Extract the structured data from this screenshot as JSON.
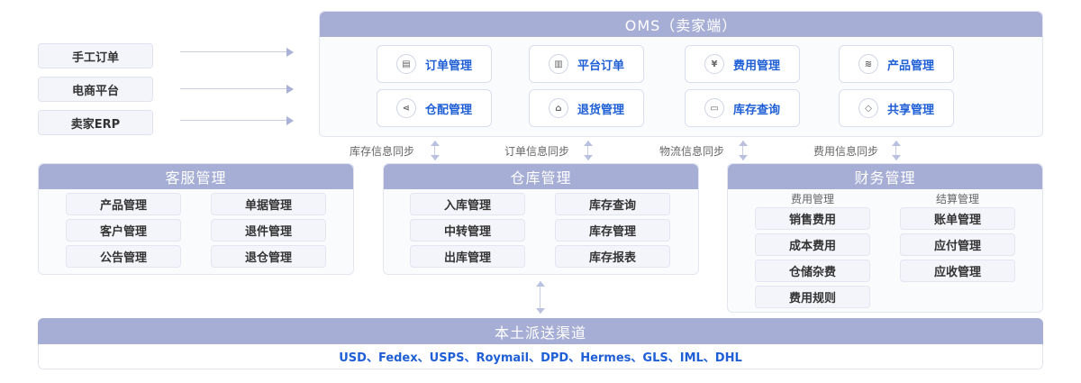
{
  "sources": [
    "手工订单",
    "电商平台",
    "卖家ERP"
  ],
  "oms": {
    "title": "OMS（卖家端）",
    "modules": [
      {
        "label": "订单管理",
        "icon": "order-icon",
        "glyph": "▤"
      },
      {
        "label": "平台订单",
        "icon": "chart-icon",
        "glyph": "▥"
      },
      {
        "label": "费用管理",
        "icon": "yen-icon",
        "glyph": "¥"
      },
      {
        "label": "产品管理",
        "icon": "layers-icon",
        "glyph": "≋"
      },
      {
        "label": "仓配管理",
        "icon": "share-icon",
        "glyph": "⋖"
      },
      {
        "label": "退货管理",
        "icon": "return-icon",
        "glyph": "⌂"
      },
      {
        "label": "库存查询",
        "icon": "inventory-icon",
        "glyph": "▭"
      },
      {
        "label": "共享管理",
        "icon": "cube-icon",
        "glyph": "◇"
      }
    ]
  },
  "sync": [
    "库存信息同步",
    "订单信息同步",
    "物流信息同步",
    "费用信息同步"
  ],
  "customer_service": {
    "title": "客服管理",
    "items": [
      "产品管理",
      "单据管理",
      "客户管理",
      "退件管理",
      "公告管理",
      "退仓管理"
    ]
  },
  "warehouse": {
    "title": "仓库管理",
    "items": [
      "入库管理",
      "库存查询",
      "中转管理",
      "库存管理",
      "出库管理",
      "库存报表"
    ]
  },
  "finance": {
    "title": "财务管理",
    "col1_title": "费用管理",
    "col1": [
      "销售费用",
      "成本费用",
      "仓储杂费",
      "费用规则"
    ],
    "col2_title": "结算管理",
    "col2": [
      "账单管理",
      "应付管理",
      "应收管理"
    ]
  },
  "delivery": {
    "title": "本土派送渠道",
    "carriers": "USD、Fedex、USPS、Roymail、DPD、Hermes、GLS、IML、DHL"
  },
  "colors": {
    "header": "#a6aed6",
    "accent": "#1f5fd6",
    "panel": "#fafbfd"
  }
}
